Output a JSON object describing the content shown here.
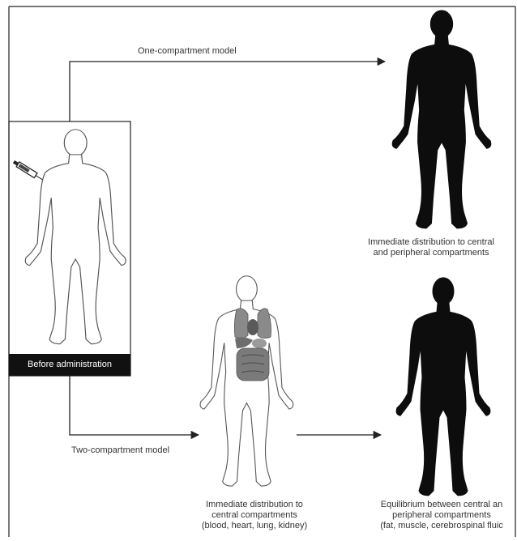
{
  "labels": {
    "one_compartment": "One-compartment model",
    "two_compartment": "Two-compartment model",
    "before_administration": "Before administration",
    "immediate_distribution_all": [
      "Immediate distribution to central",
      "and peripheral compartments"
    ],
    "immediate_distribution_central": [
      "Immediate distribution to",
      "central compartments",
      "(blood, heart, lung, kidney)"
    ],
    "equilibrium": [
      "Equilibrium between central an",
      "peripheral compartments",
      "(fat, muscle, cerebrospinal fluic"
    ]
  },
  "colors": {
    "line": "#222222",
    "silhouette": "#0d0d0d",
    "outline_figure": "#555555",
    "organs": "#7a7a7a",
    "label_box": "#111111"
  },
  "icons": [
    "syringe-icon",
    "human-outline-icon",
    "human-silhouette-icon",
    "organs-icon"
  ]
}
